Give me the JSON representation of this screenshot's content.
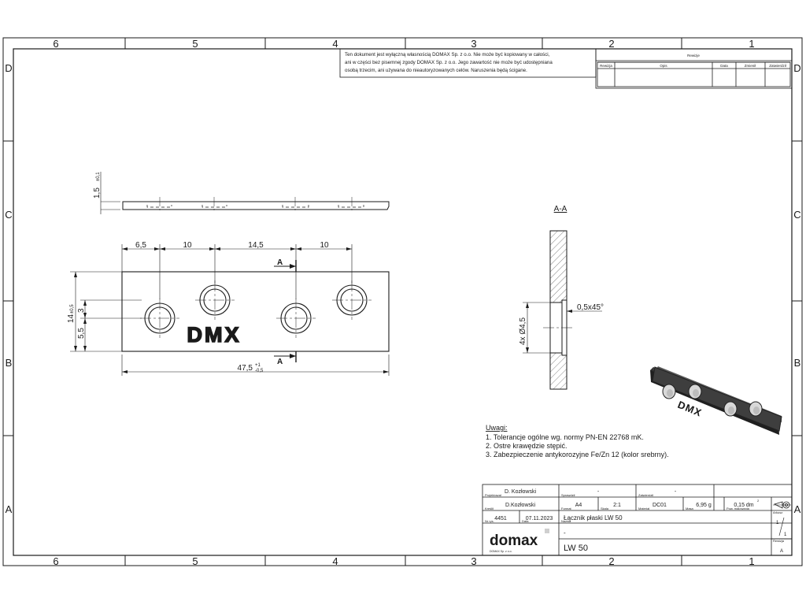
{
  "frame": {
    "col_labels": [
      "6",
      "5",
      "4",
      "3",
      "2",
      "1"
    ],
    "row_labels": [
      "D",
      "C",
      "B",
      "A"
    ]
  },
  "notice": {
    "lines": [
      "Ten dokument jest wyłączną własnością DOMAX Sp. z o.o. Nie może być kopiowany w całości,",
      "ani w części bez pisemnej zgody DOMAX Sp. z o.o. Jego zawartość nie może być udostępniana",
      "osobą trzecim, ani używana do nieautoryzowanych celów. Naruszenia będą ścigane."
    ]
  },
  "revisions": {
    "header": "Rewizje",
    "columns": [
      "Rewizja",
      "Opis",
      "Data",
      "Zmienił",
      "Zatwierdził"
    ]
  },
  "drawing": {
    "logo_text": "DMX",
    "dims": {
      "thickness": "1,5",
      "thickness_tol": "±0,1",
      "d1": "6,5",
      "d2": "10",
      "d3": "14,5",
      "d4": "10",
      "height": "14",
      "height_tol": "±0,5",
      "h1": "3",
      "h2": "5,5",
      "length": "47,5",
      "length_tol_up": "+1",
      "length_tol_down": "-0,5",
      "hole": "4x Ø4,5",
      "chamfer": "0,5x45°"
    },
    "section_mark": "A",
    "section_title": "A-A"
  },
  "notes": {
    "title": "Uwagi:",
    "items": [
      "1.   Tolerancje ogólne wg. normy PN-EN 22768 mK.",
      "2.   Ostre krawędzie stępić.",
      "3.   Zabezpieczenie antykorozyjne Fe/Zn 12 (kolor srebrny)."
    ]
  },
  "title_block": {
    "designer": "D. Kozłowski",
    "designer_label": "Projektował",
    "drawer": "D.Kozłowski",
    "drawer_label": "Kreślił",
    "checked": "-",
    "checked_label": "Sprawdził",
    "approved": "-",
    "approved_label": "Zatwierdził",
    "format": "A4",
    "format_label": "Format",
    "scale": "2:1",
    "scale_label": "Skala",
    "material": "DC01",
    "material_label": "Materiał",
    "mass": "6,95 g",
    "mass_label": "Masa",
    "surface": "0,15 dm",
    "surface_exp": "2",
    "surface_label": "Pow. malowania",
    "drawing_no": "4451",
    "drawing_no_label": "Nr rys.",
    "date": "07.11.2023",
    "date_label": "Data",
    "name": "Łącznik płaski LW 50",
    "name_label": "Nazwa",
    "dash": "-",
    "code": "LW 50",
    "company": "domax",
    "company_sub": "DOMAX Sp. z o.o.",
    "sheet_label": "Arkusz",
    "sheet": "1",
    "sheet_total": "1",
    "revision_label": "Rewizja",
    "revision": "A"
  },
  "colors": {
    "line": "#1a1a1a",
    "hatch": "#333333",
    "part3d": "#3a3a3a"
  }
}
